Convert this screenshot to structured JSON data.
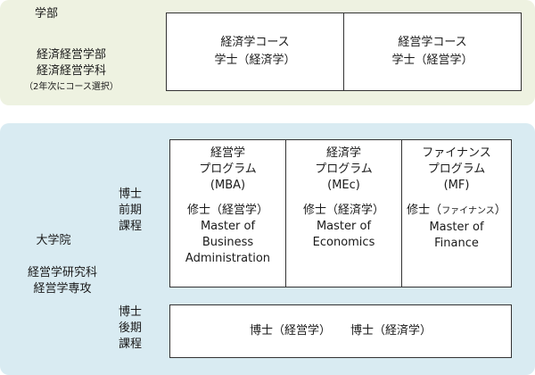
{
  "undergrad": {
    "heading": "学部",
    "faculty": "経済経営学部",
    "department": "経済経営学科",
    "note": "（2年次にコース選択）",
    "courses": [
      {
        "name": "経済学コース",
        "degree": "学士（経済学）"
      },
      {
        "name": "経営学コース",
        "degree": "学士（経営学）"
      }
    ]
  },
  "graduate": {
    "heading": "大学院",
    "school": "経営学研究科",
    "major": "経営学専攻",
    "masters_label": [
      "博士",
      "前期",
      "課程"
    ],
    "doctoral_label": [
      "博士",
      "後期",
      "課程"
    ],
    "programs": [
      {
        "name1": "経営学",
        "name2": "プログラム",
        "abbr": "(MBA)",
        "degree_prefix": "修士（",
        "degree_field": "経営学",
        "degree_suffix": "）",
        "english": [
          "Master of",
          "Business",
          "Administration"
        ]
      },
      {
        "name1": "経済学",
        "name2": "プログラム",
        "abbr": "(MEc)",
        "degree_prefix": "修士（",
        "degree_field": "経済学",
        "degree_suffix": "）",
        "english": [
          "Master of",
          "Economics"
        ]
      },
      {
        "name1": "ファイナンス",
        "name2": "プログラム",
        "abbr": "(MF)",
        "degree_prefix": "修士（",
        "degree_field": "ファイナンス",
        "degree_suffix": "）",
        "english": [
          "Master of",
          "Finance"
        ]
      }
    ],
    "doctoral_degrees": [
      "博士（経営学）",
      "博士（経済学）"
    ]
  }
}
